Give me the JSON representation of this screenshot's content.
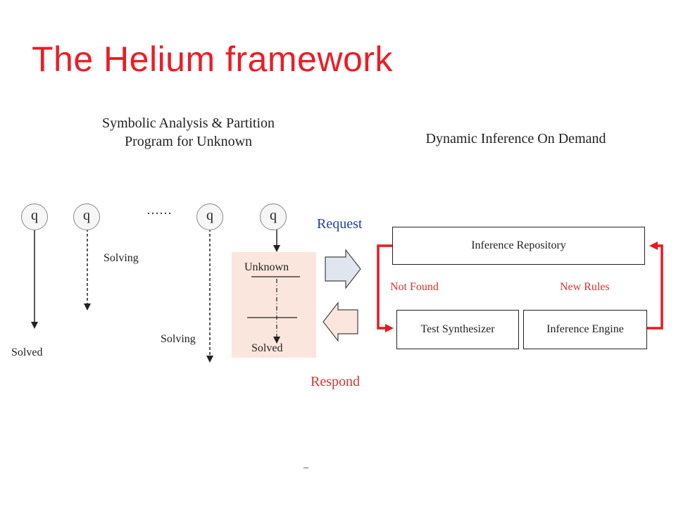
{
  "title": "The Helium framework",
  "left_section": {
    "title_line1": "Symbolic Analysis & Partition",
    "title_line2": "Program for Unknown",
    "q_labels": [
      "q",
      "q",
      "q",
      "q"
    ],
    "ellipsis": "……",
    "solving_label": "Solving",
    "solving_label_2": "Solving",
    "solved_label": "Solved",
    "unknown_label": "Unknown",
    "unknown_solved_label": "Solved"
  },
  "middle": {
    "request_label": "Request",
    "respond_label": "Respond"
  },
  "right_section": {
    "title": "Dynamic Inference On Demand",
    "inference_repository": "Inference Repository",
    "test_synthesizer": "Test Synthesizer",
    "inference_engine": "Inference Engine",
    "not_found": "Not Found",
    "new_rules": "New Rules"
  },
  "footer_mark": "_",
  "colors": {
    "title": "#ec1c24",
    "request": "#1f3fa8",
    "respond": "#e03030",
    "feedback_arrow": "#e8191f",
    "request_arrow_fill": "#dfe6ef",
    "respond_arrow_fill": "#fbe6dd",
    "unknown_box_fill": "#fbe6dd"
  }
}
